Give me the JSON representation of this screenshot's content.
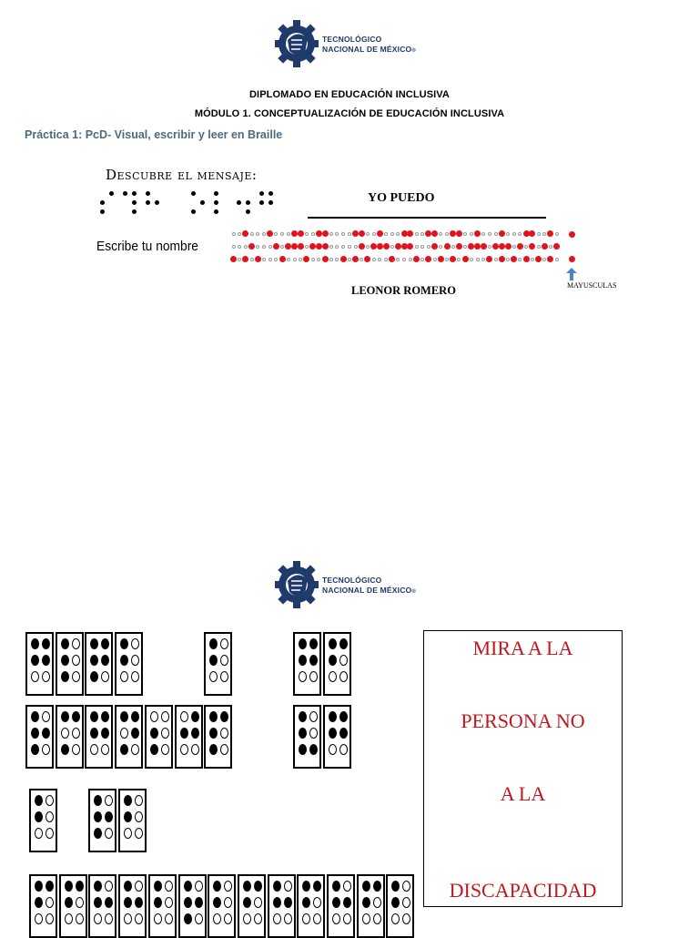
{
  "header": {
    "logo_line1": "TECNOLÓGICO",
    "logo_line2": "NACIONAL DE MÉXICO",
    "logo_mark": "®",
    "title": "DIPLOMADO EN EDUCACIÓN INCLUSIVA",
    "subtitle": "MÓDULO 1. CONCEPTUALIZACIÓN DE EDUCACIÓN INCLUSIVA"
  },
  "practice_title": "Práctica 1: PcD- Visual, escribir y leer en Braille",
  "exercise": {
    "discover_label": "Descubre el mensaje:",
    "discover_answer": "YO PUEDO",
    "discover_braille": [
      [
        0,
        1,
        1,
        1,
        0,
        0
      ],
      [
        1,
        0,
        0,
        1,
        1,
        1
      ],
      [
        1,
        1,
        0,
        0,
        1,
        0
      ],
      [
        0,
        0,
        0,
        0,
        0,
        0
      ],
      [
        1,
        0,
        1,
        0,
        1,
        0
      ],
      [
        1,
        1,
        1,
        0,
        0,
        0
      ],
      [
        0,
        1,
        0,
        0,
        1,
        1
      ],
      [
        1,
        1,
        0,
        1,
        1,
        0
      ]
    ],
    "name_label": "Escribe tu nombre",
    "name_answer": "LEONOR ROMERO",
    "name_braille": [
      [
        0,
        0,
        1,
        0,
        0,
        0
      ],
      [
        1,
        0,
        1,
        0,
        1,
        0
      ],
      [
        0,
        0,
        1,
        0,
        0,
        0
      ],
      [
        1,
        0,
        0,
        0,
        1,
        0
      ],
      [
        0,
        0,
        1,
        0,
        1,
        0
      ],
      [
        1,
        1,
        0,
        1,
        1,
        0
      ],
      [
        0,
        0,
        1,
        0,
        1,
        0
      ],
      [
        1,
        1,
        0,
        1,
        1,
        1
      ],
      [
        0,
        0,
        0,
        0,
        0,
        0
      ],
      [
        0,
        0,
        1,
        0,
        0,
        0
      ],
      [
        1,
        0,
        1,
        1,
        1,
        0
      ],
      [
        0,
        0,
        1,
        0,
        1,
        0
      ],
      [
        1,
        1,
        0,
        0,
        1,
        0
      ],
      [
        0,
        0,
        1,
        0,
        1,
        0
      ],
      [
        1,
        1,
        0,
        1,
        1,
        0
      ],
      [
        0,
        0,
        1,
        0,
        0,
        0
      ],
      [
        1,
        0,
        1,
        1,
        1,
        0
      ],
      [
        0,
        0,
        1,
        0,
        1,
        0
      ],
      [
        1,
        0,
        1,
        1,
        1,
        0
      ],
      [
        0,
        0,
        1,
        0,
        1,
        0
      ],
      [
        1,
        1,
        0,
        0,
        1,
        0
      ],
      [
        0,
        0,
        1,
        0,
        1,
        0
      ],
      [
        1,
        1,
        1,
        0,
        1,
        0
      ],
      [
        0,
        0,
        1,
        0,
        1,
        0
      ],
      [
        1,
        0,
        1,
        1,
        1,
        0
      ],
      [
        0,
        0,
        1,
        0,
        1,
        0
      ],
      [
        1,
        0,
        1,
        0,
        1,
        0
      ]
    ],
    "caps_note": "MAYUSCULAS"
  },
  "second_page": {
    "braille_rows": [
      [
        [
          1,
          1,
          0,
          1,
          1,
          0
        ],
        [
          1,
          1,
          1,
          0,
          0,
          0
        ],
        [
          1,
          1,
          1,
          1,
          1,
          0
        ],
        [
          1,
          1,
          0,
          0,
          0,
          0
        ],
        null,
        null,
        [
          1,
          1,
          0,
          0,
          0,
          0
        ],
        null,
        null,
        [
          1,
          1,
          0,
          1,
          1,
          0
        ],
        [
          1,
          1,
          0,
          1,
          0,
          0
        ]
      ],
      [
        [
          1,
          1,
          1,
          0,
          1,
          0
        ],
        [
          1,
          0,
          1,
          1,
          0,
          0
        ],
        [
          1,
          1,
          0,
          1,
          1,
          0
        ],
        [
          1,
          0,
          1,
          1,
          1,
          0
        ],
        [
          0,
          1,
          1,
          0,
          0,
          0
        ],
        [
          0,
          1,
          0,
          1,
          1,
          0
        ],
        [
          1,
          1,
          1,
          1,
          0,
          0
        ],
        null,
        null,
        [
          1,
          1,
          1,
          0,
          0,
          1
        ],
        [
          1,
          1,
          0,
          1,
          1,
          0
        ]
      ],
      [
        [
          1,
          1,
          0,
          0,
          0,
          0
        ],
        null,
        [
          1,
          1,
          1,
          0,
          1,
          0
        ],
        [
          1,
          1,
          0,
          0,
          0,
          0
        ]
      ],
      [
        [
          1,
          1,
          0,
          1,
          0,
          0
        ],
        [
          1,
          1,
          0,
          1,
          0,
          0
        ],
        [
          1,
          1,
          0,
          0,
          1,
          0
        ],
        [
          1,
          1,
          0,
          0,
          1,
          0
        ],
        [
          1,
          1,
          0,
          0,
          0,
          0
        ],
        [
          1,
          1,
          1,
          0,
          1,
          0
        ],
        [
          1,
          1,
          0,
          0,
          0,
          0
        ],
        [
          1,
          1,
          0,
          1,
          0,
          0
        ],
        [
          1,
          1,
          0,
          0,
          1,
          0
        ],
        [
          1,
          1,
          0,
          1,
          0,
          0
        ],
        [
          1,
          1,
          0,
          0,
          1,
          0
        ],
        [
          1,
          1,
          0,
          1,
          0,
          0
        ],
        [
          1,
          1,
          0,
          0,
          0,
          0
        ]
      ]
    ],
    "message": [
      "MIRA A LA",
      "PERSONA NO",
      "A LA",
      "DISCAPACIDAD"
    ]
  }
}
